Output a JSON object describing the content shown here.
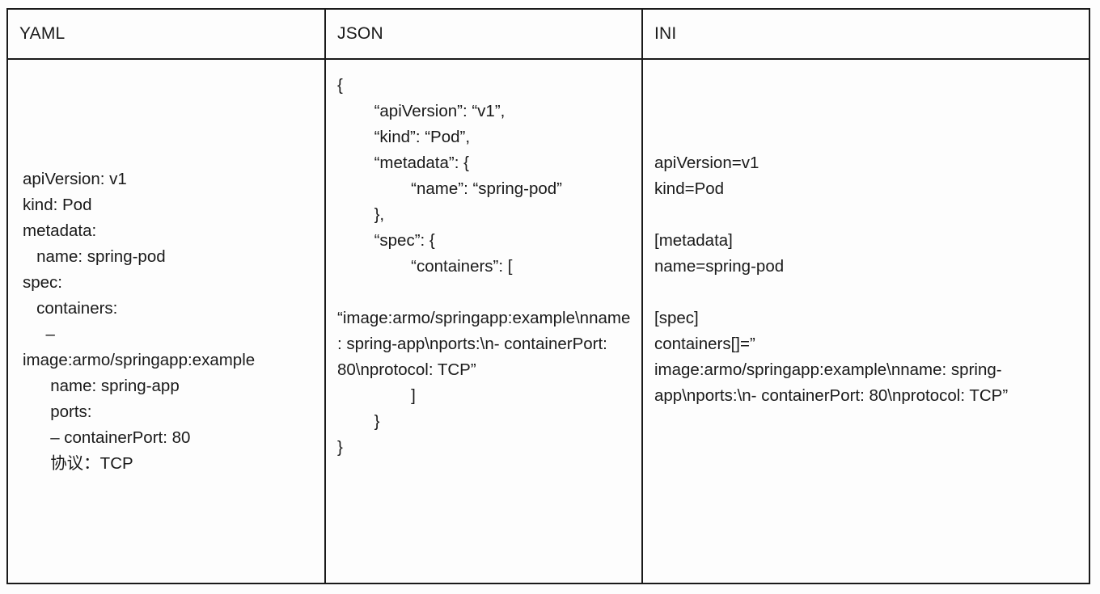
{
  "table": {
    "headers": [
      {
        "label": "YAML",
        "name": "column-header-yaml"
      },
      {
        "label": "JSON",
        "name": "column-header-json"
      },
      {
        "label": "INI",
        "name": "column-header-ini"
      }
    ],
    "cells": {
      "yaml": "apiVersion: v1\nkind: Pod\nmetadata:\n   name: spring-pod\nspec:\n   containers:\n     –\nimage:armo/springapp:example\n      name: spring-app\n      ports:\n      – containerPort: 80\n      协议：TCP",
      "json": "{\n        “apiVersion”: “v1”,\n        “kind”: “Pod”,\n        “metadata”: {\n                “name”: “spring-pod”\n        },\n        “spec”: {\n                “containers”: [\n\n“image:armo/springapp:example\\nname: spring-app\\nports:\\n- containerPort: 80\\nprotocol: TCP”\n                ]\n        }\n}",
      "ini": "apiVersion=v1\nkind=Pod\n\n[metadata]\nname=spring-pod\n\n[spec]\ncontainers[]=”\nimage:armo/springapp:example\\nname: spring-app\\nports:\\n- containerPort: 80\\nprotocol: TCP”"
    }
  },
  "colors": {
    "border": "#1a1a1a",
    "text": "#1a1a1a",
    "background": "#fdfdfd"
  }
}
